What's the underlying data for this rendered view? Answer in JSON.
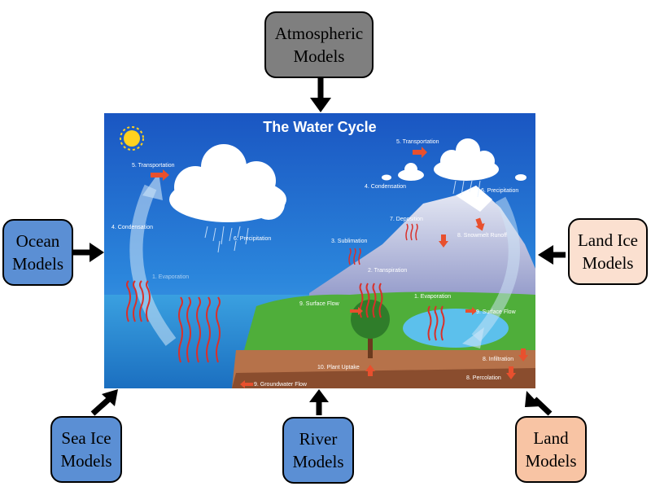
{
  "poster": {
    "title": "The Water Cycle",
    "labels": {
      "transportation_left": "5. Transportation",
      "condensation_left": "4. Condensation",
      "precipitation_left": "6. Precipitation",
      "evaporation_left": "1. Evaporation",
      "sublimation": "3. Sublimation",
      "transpiration": "2. Transpiration",
      "surface_flow_left": "9. Surface Flow",
      "plant_uptake": "10. Plant Uptake",
      "groundwater_flow": "9. Groundwater Flow",
      "transportation_right": "5. Transportation",
      "condensation_right": "4. Condensation",
      "precipitation_right": "6. Precipitation",
      "deposition": "7. Deposition",
      "snowmelt_runoff": "8. Snowmelt Runoff",
      "evaporation_right": "1. Evaporation",
      "surface_flow_right": "9. Surface Flow",
      "infiltration": "8. Infiltration",
      "percolation": "8. Percolation"
    }
  },
  "models": {
    "atmospheric": "Atmospheric\nModels",
    "ocean": "Ocean\nModels",
    "land_ice": "Land Ice\nModels",
    "sea_ice": "Sea Ice\nModels",
    "river": "River\nModels",
    "land": "Land\nModels"
  },
  "colors": {
    "atmospheric": "#7f7f7f",
    "ocean": "#5b8fd4",
    "sea_ice": "#5b8fd4",
    "river": "#5b8fd4",
    "land_ice": "#fbe0d0",
    "land": "#f8c4a4"
  }
}
